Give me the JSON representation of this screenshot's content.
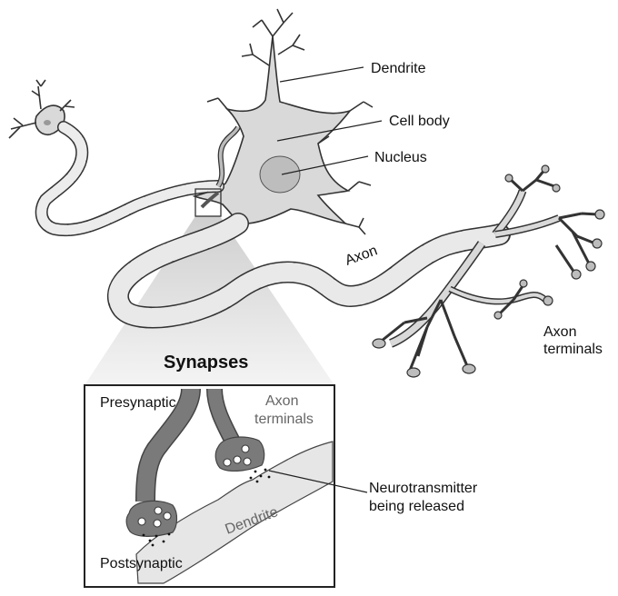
{
  "labels": {
    "dendrite": "Dendrite",
    "cell_body": "Cell body",
    "nucleus": "Nucleus",
    "axon": "Axon",
    "axon_terminals_line1": "Axon",
    "axon_terminals_line2": "terminals",
    "synapses_title": "Synapses",
    "presynaptic": "Presynaptic",
    "inset_axon_line1": "Axon",
    "inset_axon_line2": "terminals",
    "neurotransmitter_line1": "Neurotransmitter",
    "neurotransmitter_line2": "being released",
    "inset_dendrite": "Dendrite",
    "postsynaptic": "Postsynaptic"
  },
  "colors": {
    "cell_fill": "#d9d9d9",
    "myelin_fill": "#e9e9e9",
    "terminal_dark": "#777777",
    "outline": "#333333"
  }
}
